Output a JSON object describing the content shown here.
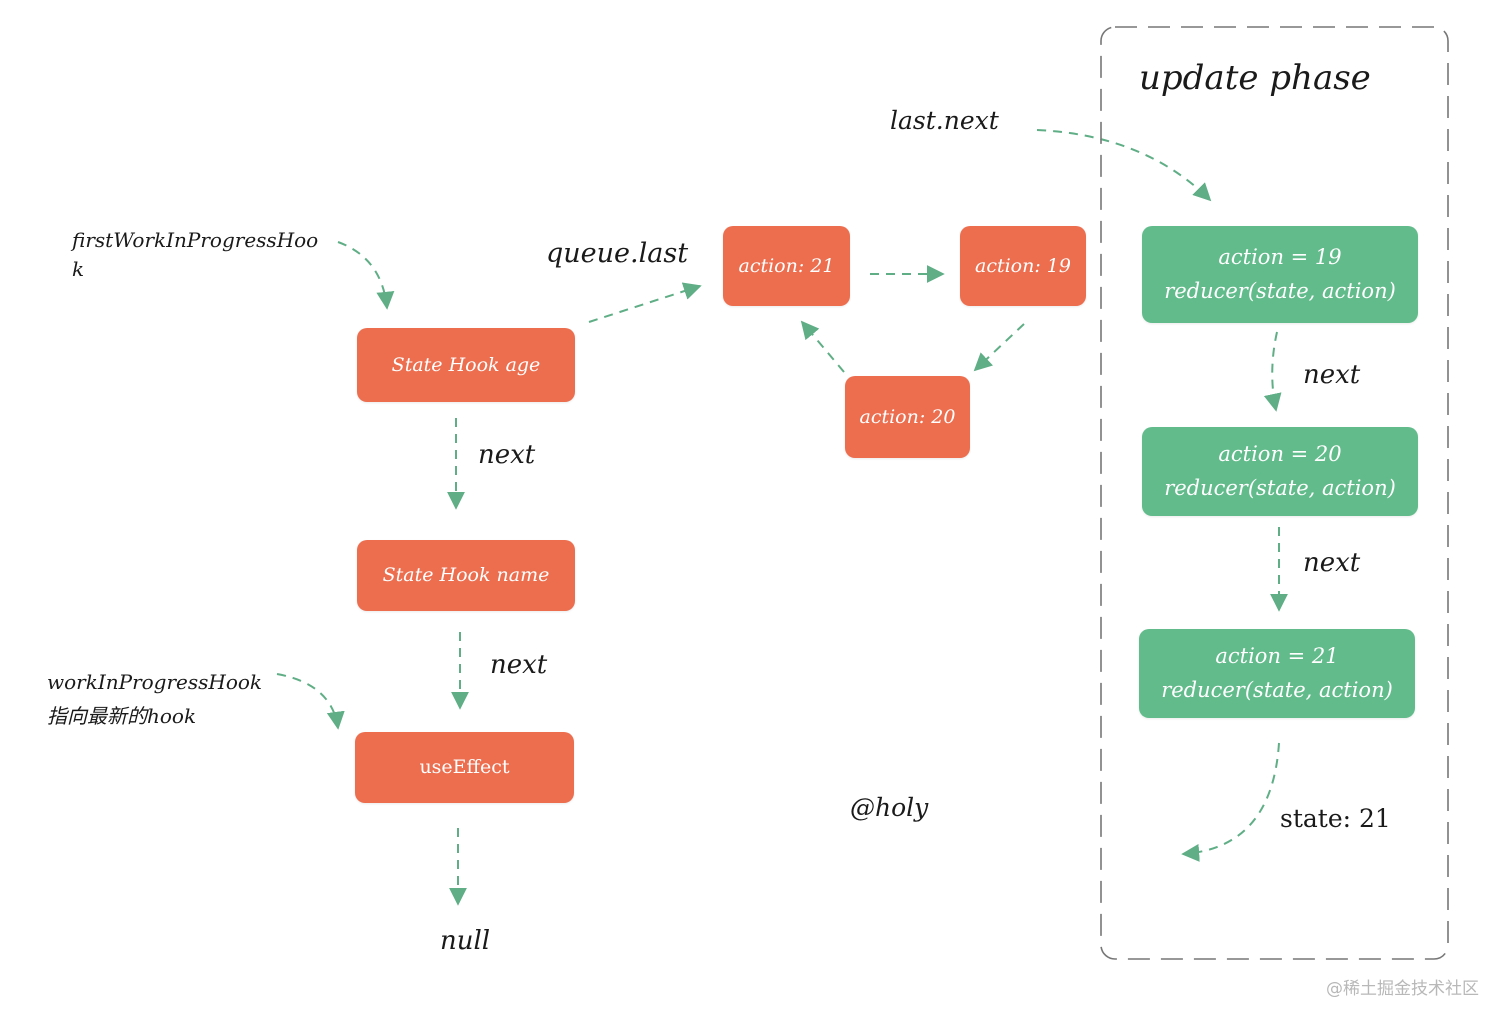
{
  "phase_title": "update phase",
  "labels": {
    "first_wip_hook_line1": "firstWorkInProgressHoo",
    "first_wip_hook_line2": "k",
    "wip_hook_line1": "workInProgressHook",
    "wip_hook_line2": "指向最新的hook",
    "queue_last": "queue.last",
    "last_next": "last.next",
    "next": "next",
    "null": "null",
    "signature": "@holy",
    "state_result": "state: 21"
  },
  "hooks": [
    "State Hook age",
    "State Hook name",
    "useEffect"
  ],
  "queue": {
    "action_21": "action: 21",
    "action_19": "action: 19",
    "action_20": "action: 20"
  },
  "update_steps": [
    {
      "action": "action = 19",
      "reducer": "reducer(state, action)"
    },
    {
      "action": "action = 20",
      "reducer": "reducer(state, action)"
    },
    {
      "action": "action = 21",
      "reducer": "reducer(state, action)"
    }
  ],
  "watermark": "@稀土掘金技术社区",
  "colors": {
    "node": "#ec6e4f",
    "update_node": "#62bb8b",
    "arrow": "#5fae86",
    "border": "#777777"
  }
}
